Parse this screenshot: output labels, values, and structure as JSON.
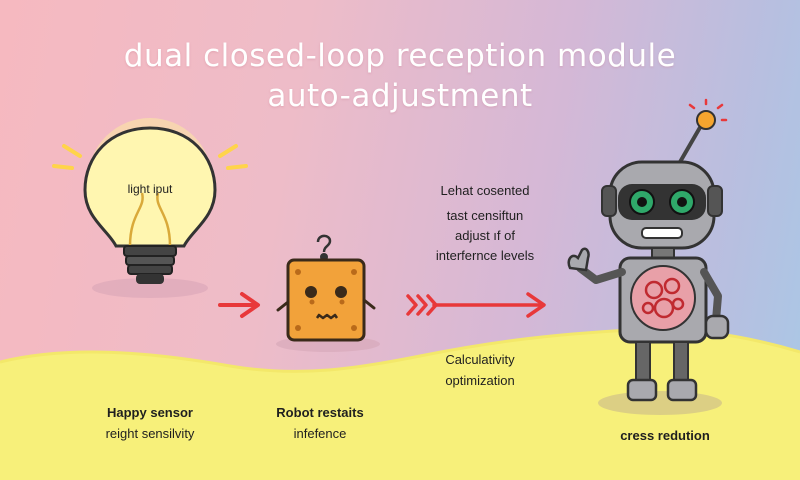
{
  "title": {
    "line1": "dual closed-loop reception module",
    "line2": "auto-adjustment"
  },
  "bulb": {
    "label": "light iput"
  },
  "middle_note": {
    "line1": "Lehat cosented",
    "line2": "tast censiftun",
    "line3": "adjust ıf of",
    "line4": "interfernce levels"
  },
  "captions": {
    "happy_sensor_title": "Happy sensor",
    "happy_sensor_desc": "reight sensilvity",
    "robot_restaits_title": "Robot restaits",
    "robot_restaits_desc": "infefence",
    "calc_title": "Calculativity",
    "calc_desc": "optimization",
    "cress_title": "cress redution"
  },
  "colors": {
    "arrow": "#e8383a",
    "bulb_glow": "#fff7a8",
    "box_body": "#f2a23a",
    "robot_body": "#a9a9ae",
    "ground": "#f7f07a"
  },
  "icons": [
    "lightbulb-icon",
    "box-robot-icon",
    "robot-icon",
    "arrow-icon",
    "triple-arrow-icon",
    "gears-icon"
  ]
}
